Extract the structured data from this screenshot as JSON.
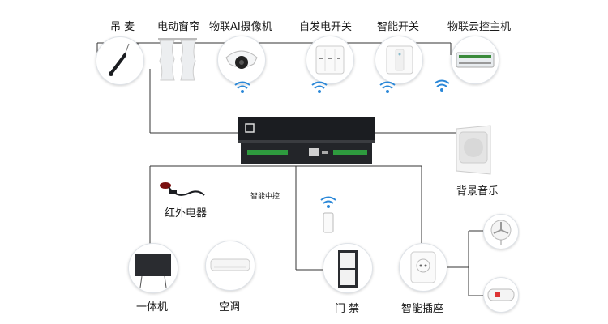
{
  "devices": {
    "hanging_mic": "吊 麦",
    "curtain": "电动窗帘",
    "ai_camera": "物联AI摄像机",
    "self_power_switch": "自发电开关",
    "smart_switch": "智能开关",
    "iot_host": "物联云控主机",
    "background_music": "背景音乐",
    "ir_appliance": "红外电器",
    "all_in_one": "一体机",
    "air_conditioner": "空调",
    "door_access": "门 禁",
    "smart_socket": "智能插座"
  },
  "controller": {
    "label": "智能中控"
  },
  "colors": {
    "wire": "#333333",
    "wifi": "#2b88d8",
    "device_dark": "#1b1d21"
  },
  "icons": [
    "microphone-icon",
    "curtain-icon",
    "camera-icon",
    "wall-switch-icon",
    "wall-switch-icon",
    "controller-host-icon",
    "speaker-icon",
    "ir-cable-icon",
    "touch-display-icon",
    "air-conditioner-icon",
    "door-icon",
    "socket-icon",
    "fan-icon",
    "water-heater-icon",
    "wifi-icon"
  ]
}
